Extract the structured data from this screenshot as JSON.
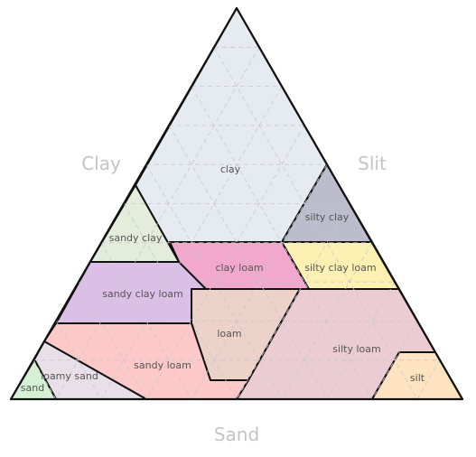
{
  "diagram": {
    "axes": {
      "left": "Clay",
      "right": "Slit",
      "bottom": "Sand"
    },
    "regions": [
      {
        "key": "clay",
        "label": "clay",
        "color": "#e6ebf2"
      },
      {
        "key": "sandy-clay",
        "label": "sandy clay",
        "color": "#e4ecdc"
      },
      {
        "key": "silty-clay",
        "label": "silty clay",
        "color": "#bdbccc"
      },
      {
        "key": "clay-loam",
        "label": "clay loam",
        "color": "#f2a8cc"
      },
      {
        "key": "silty-clay-loam",
        "label": "silty clay loam",
        "color": "#fcf1b2"
      },
      {
        "key": "sandy-clay-loam",
        "label": "sandy clay loam",
        "color": "#dcbfe6"
      },
      {
        "key": "loam",
        "label": "loam",
        "color": "#ecd2c8"
      },
      {
        "key": "silty-loam",
        "label": "silty loam",
        "color": "#ebccd2"
      },
      {
        "key": "sandy-loam",
        "label": "sandy loam",
        "color": "#fdc8c8"
      },
      {
        "key": "loamy-sand",
        "label": "loamy sand",
        "color": "#e8e0e8"
      },
      {
        "key": "sand",
        "label": "sand",
        "color": "#d6f0d6"
      },
      {
        "key": "silt",
        "label": "silt",
        "color": "#fde3c0"
      }
    ]
  }
}
